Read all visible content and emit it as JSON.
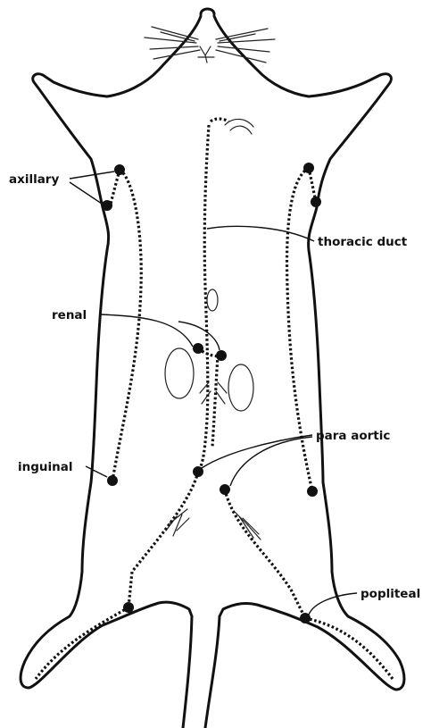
{
  "labels": {
    "axillary": "axillary",
    "thoracic_duct": "thoracic duct",
    "renal": "renal",
    "para_aortic": "para aortic",
    "inguinal": "inguinal",
    "popliteal": "popliteal"
  },
  "colors": {
    "ink": "#111111",
    "background": "#ffffff"
  }
}
